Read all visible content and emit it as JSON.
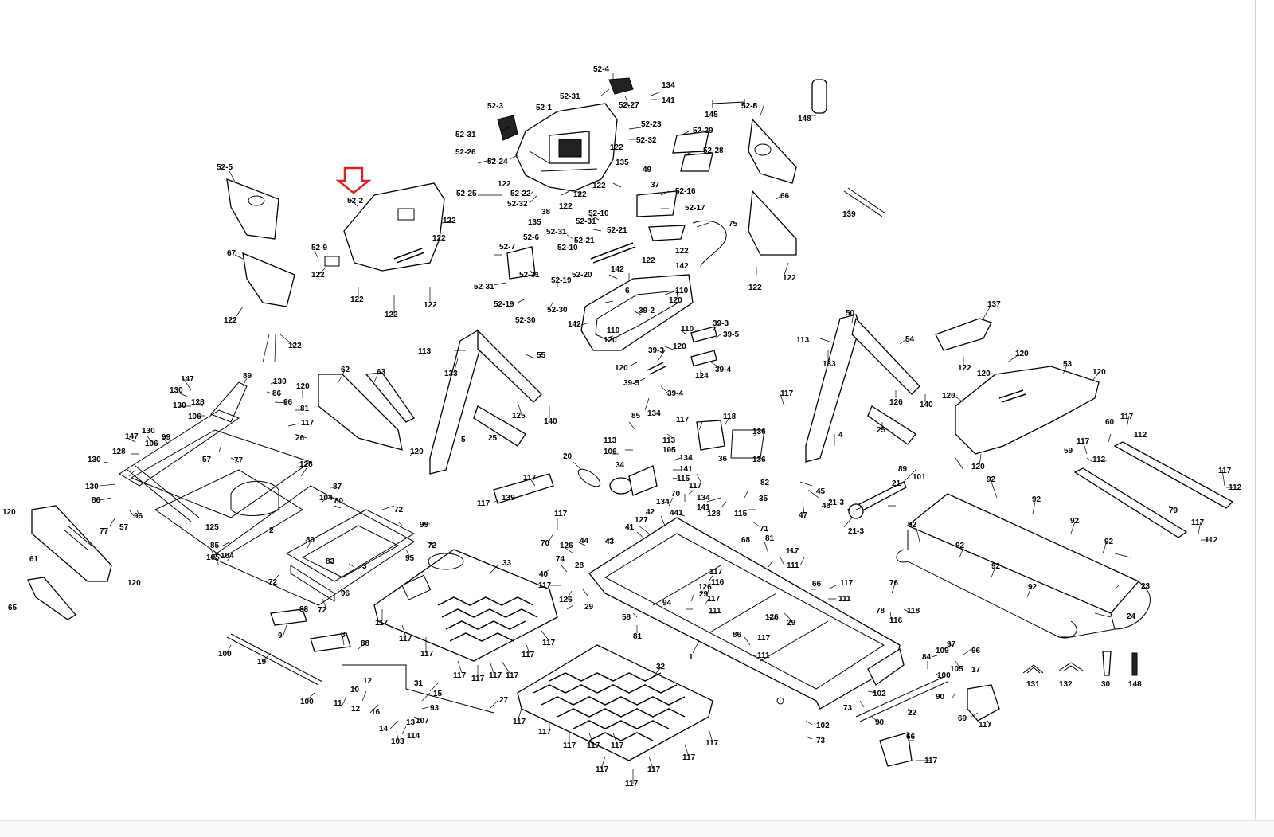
{
  "highlight": {
    "target_label": "52-2",
    "arrow_color": "#e02020"
  },
  "labels": {
    "c_52_4": "52-4",
    "c_52_31a": "52-31",
    "c_52_27": "52-27",
    "c_134a": "134",
    "c_141a": "141",
    "c_52_3": "52-3",
    "c_52_1": "52-1",
    "c_52_31b": "52-31",
    "c_52_26": "52-26",
    "c_52_24": "52-24",
    "c_52_23": "52-23",
    "c_52_32a": "52-32",
    "c_52_29": "52-29",
    "c_52_28": "52-28",
    "c_145": "145",
    "c_52_5": "52-5",
    "c_148a": "148",
    "c_52_25": "52-25",
    "c_52_22": "52-22",
    "c_52_32b": "52-32",
    "c_135a": "135",
    "c_135b": "135",
    "c_38": "38",
    "c_122a": "122",
    "c_122b": "122",
    "c_122c": "122",
    "c_122d": "122",
    "c_49": "49",
    "c_37": "37",
    "c_52_16": "52-16",
    "c_52_17": "52-17",
    "c_52_10a": "52-10",
    "c_52_31c": "52-31",
    "c_52_21a": "52-21",
    "c_52_31d": "52-31",
    "c_52_21b": "52-21",
    "c_52_10b": "52-10",
    "c_52_6": "52-6",
    "c_52_7": "52-7",
    "c_52_31e": "52-31",
    "c_52_31f": "52-31",
    "c_52_20": "52-20",
    "c_52_19a": "52-19",
    "c_52_19b": "52-19",
    "c_52_30a": "52-30",
    "c_52_30b": "52-30",
    "c_75": "75",
    "c_122e": "122",
    "c_142a": "142",
    "c_142b": "142",
    "c_6": "6",
    "c_110a": "110",
    "c_120a": "120",
    "c_39_2": "39-2",
    "c_142c": "142",
    "c_110b": "110",
    "c_120b": "120",
    "c_110c": "110",
    "c_120c": "120",
    "c_39_3": "39-3",
    "c_39_5a": "39-5",
    "c_120d": "120",
    "c_39_3b": "39-3",
    "c_124": "124",
    "c_39_4a": "39-4",
    "c_39_5b": "39-5",
    "c_39_4b": "39-4",
    "c_134b": "134",
    "c_52_8": "52-8",
    "c_66": "66",
    "c_122f": "122",
    "c_122g": "122",
    "c_139": "139",
    "c_122h": "122",
    "c_122i": "122",
    "c_52_9": "52-9",
    "c_52_2": "52-2",
    "c_122j": "122",
    "c_122k": "122",
    "c_122l": "122",
    "c_122m": "122",
    "c_122n": "122",
    "c_67": "67",
    "c_122o": "122",
    "c_122p": "122",
    "c_122q": "122",
    "c_113a": "113",
    "c_133a": "133",
    "c_55": "55",
    "c_125a": "125",
    "c_5": "5",
    "c_25a": "25",
    "c_140a": "140",
    "c_113b": "113",
    "c_50": "50",
    "c_54": "54",
    "c_133b": "133",
    "c_126": "126",
    "c_140b": "140",
    "c_4": "4",
    "c_25b": "25",
    "c_137": "137",
    "c_122r": "122",
    "c_120e": "120",
    "c_53": "53",
    "c_120f": "120",
    "c_120g": "120",
    "c_120h": "120",
    "c_120i": "120",
    "c_89": "89",
    "c_147a": "147",
    "c_130a": "130",
    "c_130b": "130",
    "c_128a": "128",
    "c_130c": "130",
    "c_106a": "106",
    "c_86a": "86",
    "c_96a": "96",
    "c_81a": "81",
    "c_117a": "117",
    "c_26": "26",
    "c_62": "62",
    "c_63": "63",
    "c_120j": "120",
    "c_147b": "147",
    "c_130d": "130",
    "c_99a": "99",
    "c_106b": "106",
    "c_130e": "130",
    "c_128b": "128",
    "c_57a": "57",
    "c_77a": "77",
    "c_128c": "128",
    "c_130f": "130",
    "c_86b": "86",
    "c_87": "87",
    "c_104a": "104",
    "c_80a": "80",
    "c_72a": "72",
    "c_57b": "57",
    "c_96b": "96",
    "c_77b": "77",
    "c_125b": "125",
    "c_2": "2",
    "c_120k": "120",
    "c_61": "61",
    "c_65": "65",
    "c_120l": "120",
    "c_80b": "80",
    "c_85a": "85",
    "c_104b": "104",
    "c_105a": "105",
    "c_99b": "99",
    "c_72b": "72",
    "c_83": "83",
    "c_3": "3",
    "c_95": "95",
    "c_72c": "72",
    "c_72d": "72",
    "c_96c": "96",
    "c_88a": "88",
    "c_9": "9",
    "c_8": "8",
    "c_88b": "88",
    "c_100a": "100",
    "c_19": "19",
    "c_100b": "100",
    "c_10": "10",
    "c_12a": "12",
    "c_11": "11",
    "c_12b": "12",
    "c_16": "16",
    "c_15": "15",
    "c_93": "93",
    "c_107": "107",
    "c_14": "14",
    "c_13": "13",
    "c_103": "103",
    "c_114": "114",
    "c_31": "31",
    "c_27": "27",
    "c_33": "33",
    "c_117b": "117",
    "c_117c": "117",
    "c_117d": "117",
    "c_117e": "117",
    "c_117f": "117",
    "c_117g": "117",
    "c_117h": "117",
    "c_117i": "117",
    "c_117j": "117",
    "c_117k": "117",
    "c_139b": "139",
    "c_117l": "117",
    "c_117m": "117",
    "c_70": "70",
    "c_117n": "117",
    "c_44": "44",
    "c_43": "43",
    "c_126b": "126",
    "c_126c": "126",
    "c_74": "74",
    "c_40": "40",
    "c_28": "28",
    "c_29a": "29",
    "c_117o": "117",
    "c_126d": "126",
    "c_20": "20",
    "c_85b": "85",
    "c_113c": "113",
    "c_106c": "106",
    "c_113d": "113",
    "c_105b": "105",
    "c_134c": "134",
    "c_141b": "141",
    "c_115": "115",
    "c_34": "34",
    "c_117p": "117",
    "c_118": "118",
    "c_136a": "136",
    "c_36": "36",
    "c_136b": "136",
    "c_117q": "117",
    "c_70b": "70",
    "c_117r": "117",
    "c_82": "82",
    "c_134d": "134",
    "c_141c": "141",
    "c_35": "35",
    "c_128d": "128",
    "c_115b": "115",
    "c_71": "71",
    "c_134e": "134",
    "c_441": "441",
    "c_127": "127",
    "c_42": "42",
    "c_41": "41",
    "c_32": "32",
    "c_117s": "117",
    "c_45": "45",
    "c_46": "46",
    "c_47": "47",
    "c_21": "21",
    "c_89b": "89",
    "c_101": "101",
    "c_21_3a": "21-3",
    "c_21_3b": "21-3",
    "c_92a": "92",
    "c_92b": "92",
    "c_92c": "92",
    "c_92d": "92",
    "c_92e": "92",
    "c_92f": "92",
    "c_92g": "92",
    "c_92h": "92",
    "c_92i": "92",
    "c_23": "23",
    "c_24": "24",
    "c_60": "60",
    "c_117t": "117",
    "c_112a": "112",
    "c_117u": "117",
    "c_59": "59",
    "c_112b": "112",
    "c_117v": "117",
    "c_112c": "112",
    "c_79": "79",
    "c_117w": "117",
    "c_112d": "112",
    "c_128e": "128",
    "c_29b": "29",
    "c_111a": "111",
    "c_117x": "117",
    "c_68": "68",
    "c_111b": "111",
    "c_117y": "117",
    "c_86c": "86",
    "c_81b": "81",
    "c_117z": "117",
    "c_111c": "111",
    "c_58": "58",
    "c_117aa": "117",
    "c_111d": "111",
    "c_117ab": "117",
    "c_126e": "126",
    "c_29c": "29",
    "c_1": "1",
    "c_76": "76",
    "c_116": "116",
    "c_118b": "118",
    "c_78": "78",
    "c_97": "97",
    "c_96d": "96",
    "c_109": "109",
    "c_84": "84",
    "c_17": "17",
    "c_105c": "105",
    "c_100c": "100",
    "c_90a": "90",
    "c_102a": "102",
    "c_73a": "73",
    "c_22": "22",
    "c_90b": "90",
    "c_102b": "102",
    "c_73b": "73",
    "c_69": "69",
    "c_117ac": "117",
    "c_66b": "66",
    "c_117ad": "117",
    "c_131": "131",
    "c_132": "132",
    "c_30": "30",
    "c_148b": "148",
    "c_81c": "81",
    "c_29d": "29",
    "c_117ae": "117",
    "c_117af": "117",
    "c_117ag": "117",
    "c_117ah": "117",
    "c_117ai": "117",
    "c_117aj": "117",
    "c_117ak": "117",
    "c_117al": "117",
    "c_117am": "117",
    "c_117an": "117",
    "c_94": "94",
    "c_116b": "116",
    "c_38b": "38"
  }
}
